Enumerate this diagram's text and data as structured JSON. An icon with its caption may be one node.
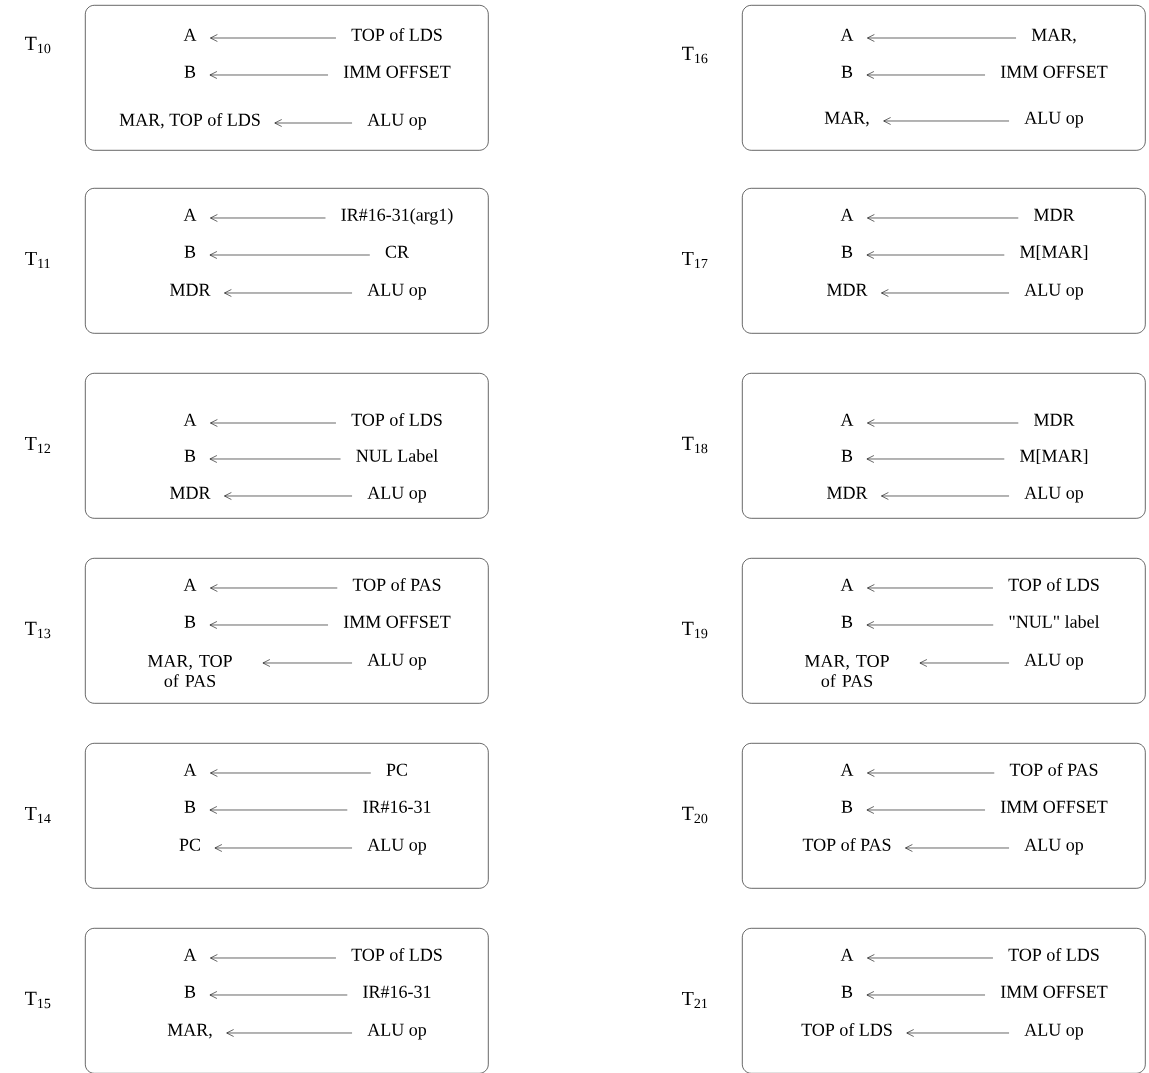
{
  "diagram": {
    "nodes": [
      {
        "text": [],
        "shape": "box",
        "beside": [
          "T$_{10}$"
        ]
      },
      {
        "text": [
          "A"
        ],
        "in": 0
      },
      {
        "text": [
          "TOP of LDS"
        ],
        "in": 0
      },
      {
        "text": [
          "B"
        ],
        "in": 0
      },
      {
        "text": [
          "IMM OFFSET"
        ],
        "in": 0
      },
      {
        "text": [
          "MAR, TOP of  LDS"
        ],
        "in": 0
      },
      {
        "text": [
          "ALU op"
        ],
        "in": 0
      },
      {
        "text": [],
        "shape": "box",
        "beside": [
          "T$_{11}$"
        ]
      },
      {
        "text": [
          "A"
        ],
        "in": 7
      },
      {
        "text": [
          "IR#16-31(arg1)"
        ],
        "in": 7
      },
      {
        "text": [
          "B"
        ],
        "in": 7
      },
      {
        "text": [
          "CR"
        ],
        "in": 7
      },
      {
        "text": [
          "MDR"
        ],
        "in": 7
      },
      {
        "text": [
          "ALU op"
        ],
        "in": 7
      },
      {
        "text": [],
        "shape": "box",
        "beside": [
          "T$_{12}$"
        ]
      },
      {
        "text": [
          "A"
        ],
        "in": 14
      },
      {
        "text": [
          "TOP of LDS"
        ],
        "in": 14
      },
      {
        "text": [
          "B"
        ],
        "in": 14
      },
      {
        "text": [
          "NUL Label"
        ],
        "in": 14
      },
      {
        "text": [
          "MDR"
        ],
        "in": 14
      },
      {
        "text": [
          "ALU op"
        ],
        "in": 14
      },
      {
        "text": [],
        "shape": "box",
        "beside": [
          "T$_{13}$"
        ]
      },
      {
        "text": [
          "A"
        ],
        "in": 21
      },
      {
        "text": [
          "TOP of PAS"
        ],
        "in": 21
      },
      {
        "text": [
          "B"
        ],
        "in": 21
      },
      {
        "text": [
          "IMM OFFSET"
        ],
        "in": 21
      },
      {
        "text": [
          "MAR, TOP of PAS"
        ],
        "in": 21
      },
      {
        "text": [
          "ALU op"
        ],
        "in": 21
      },
      {
        "text": [],
        "shape": "box",
        "beside": [
          "T$_{14}$"
        ]
      },
      {
        "text": [
          "A"
        ],
        "in": 28
      },
      {
        "text": [
          "PC"
        ],
        "in": 28
      },
      {
        "text": [
          "B"
        ],
        "in": 28
      },
      {
        "text": [
          "IR#16-31"
        ],
        "in": 28
      },
      {
        "text": [
          "PC"
        ],
        "in": 28
      },
      {
        "text": [
          "ALU op"
        ],
        "in": 28
      },
      {
        "text": [],
        "shape": "box",
        "beside": [
          "T$_{15}$"
        ]
      },
      {
        "text": [
          "A"
        ],
        "in": 35
      },
      {
        "text": [
          "TOP of LDS"
        ],
        "in": 35
      },
      {
        "text": [
          "B"
        ],
        "in": 35
      },
      {
        "text": [
          "IR#16-31"
        ],
        "in": 35
      },
      {
        "text": [
          "MAR,"
        ],
        "in": 35
      },
      {
        "text": [
          "ALU op"
        ],
        "in": 35
      },
      {
        "text": [],
        "shape": "box",
        "beside": [
          "T$_{16}$"
        ]
      },
      {
        "text": [
          "A"
        ],
        "in": 42
      },
      {
        "text": [
          "MAR,"
        ],
        "in": 42
      },
      {
        "text": [
          "B"
        ],
        "in": 42
      },
      {
        "text": [
          "IMM OFFSET"
        ],
        "in": 42
      },
      {
        "text": [
          "MAR,"
        ],
        "in": 42
      },
      {
        "text": [
          "ALU op"
        ],
        "in": 42
      },
      {
        "text": [],
        "shape": "box",
        "beside": [
          "T$_{17}$"
        ]
      },
      {
        "text": [
          "A"
        ],
        "in": 49
      },
      {
        "text": [
          "MDR"
        ],
        "in": 49
      },
      {
        "text": [
          "B"
        ],
        "in": 49
      },
      {
        "text": [
          "M[MAR]"
        ],
        "in": 49
      },
      {
        "text": [
          "MDR"
        ],
        "in": 49
      },
      {
        "text": [
          "ALU op"
        ],
        "in": 49
      },
      {
        "text": [],
        "shape": "box",
        "beside": [
          "T$_{18}$"
        ]
      },
      {
        "text": [
          "A"
        ],
        "in": 56
      },
      {
        "text": [
          "MDR"
        ],
        "in": 56
      },
      {
        "text": [
          "B"
        ],
        "in": 56
      },
      {
        "text": [
          "M[MAR]"
        ],
        "in": 56
      },
      {
        "text": [
          "MDR"
        ],
        "in": 56
      },
      {
        "text": [
          "ALU op"
        ],
        "in": 56
      },
      {
        "text": [],
        "shape": "box",
        "beside": [
          "T$_{19}$"
        ]
      },
      {
        "text": [
          "A"
        ],
        "in": 63
      },
      {
        "text": [
          "TOP of LDS"
        ],
        "in": 63
      },
      {
        "text": [
          "B"
        ],
        "in": 63
      },
      {
        "text": [
          "\"NUL\" label"
        ],
        "in": 63
      },
      {
        "text": [
          "MAR, TOP of PAS"
        ],
        "in": 63
      },
      {
        "text": [
          "ALU op"
        ],
        "in": 63
      },
      {
        "text": [],
        "shape": "box",
        "beside": [
          "T$_{20}$"
        ]
      },
      {
        "text": [
          "A"
        ],
        "in": 70
      },
      {
        "text": [
          "TOP of PAS"
        ],
        "in": 70
      },
      {
        "text": [
          "B"
        ],
        "in": 70
      },
      {
        "text": [
          "IMM OFFSET"
        ],
        "in": 70
      },
      {
        "text": [
          "TOP of PAS"
        ],
        "in": 70
      },
      {
        "text": [
          "ALU op"
        ],
        "in": 70
      },
      {
        "text": [],
        "shape": "box",
        "beside": [
          "T$_{21}$"
        ]
      },
      {
        "text": [
          "A"
        ],
        "in": 77
      },
      {
        "text": [
          "TOP of LDS"
        ],
        "in": 77
      },
      {
        "text": [
          "B"
        ],
        "in": 77
      },
      {
        "text": [
          "IMM OFFSET"
        ],
        "in": 77
      },
      {
        "text": [
          "TOP of LDS"
        ],
        "in": 77
      },
      {
        "text": [
          "ALU op"
        ],
        "in": 77
      }
    ],
    "edges": [
      {
        "from": 2,
        "to": 1,
        "arrow": "to"
      },
      {
        "from": 4,
        "to": 3,
        "arrow": "to"
      },
      {
        "from": 6,
        "to": 5,
        "arrow": "to"
      },
      {
        "from": 9,
        "to": 8,
        "arrow": "to"
      },
      {
        "from": 11,
        "to": 10,
        "arrow": "to"
      },
      {
        "from": 13,
        "to": 12,
        "arrow": "to"
      },
      {
        "from": 16,
        "to": 15,
        "arrow": "to"
      },
      {
        "from": 18,
        "to": 17,
        "arrow": "to"
      },
      {
        "from": 20,
        "to": 19,
        "arrow": "to"
      },
      {
        "from": 23,
        "to": 22,
        "arrow": "to"
      },
      {
        "from": 25,
        "to": 24,
        "arrow": "to"
      },
      {
        "from": 27,
        "to": 26,
        "arrow": "to"
      },
      {
        "from": 30,
        "to": 29,
        "arrow": "to"
      },
      {
        "from": 32,
        "to": 31,
        "arrow": "to"
      },
      {
        "from": 34,
        "to": 33,
        "arrow": "to"
      },
      {
        "from": 37,
        "to": 36,
        "arrow": "to"
      },
      {
        "from": 39,
        "to": 38,
        "arrow": "to"
      },
      {
        "from": 41,
        "to": 40,
        "arrow": "to"
      },
      {
        "from": 44,
        "to": 43,
        "arrow": "to"
      },
      {
        "from": 46,
        "to": 45,
        "arrow": "to"
      },
      {
        "from": 48,
        "to": 47,
        "arrow": "to"
      },
      {
        "from": 51,
        "to": 50,
        "arrow": "to"
      },
      {
        "from": 53,
        "to": 52,
        "arrow": "to"
      },
      {
        "from": 55,
        "to": 54,
        "arrow": "to"
      },
      {
        "from": 58,
        "to": 57,
        "arrow": "to"
      },
      {
        "from": 60,
        "to": 59,
        "arrow": "to"
      },
      {
        "from": 62,
        "to": 61,
        "arrow": "to"
      },
      {
        "from": 65,
        "to": 64,
        "arrow": "to"
      },
      {
        "from": 67,
        "to": 66,
        "arrow": "to"
      },
      {
        "from": 69,
        "to": 68,
        "arrow": "to"
      },
      {
        "from": 72,
        "to": 71,
        "arrow": "to"
      },
      {
        "from": 74,
        "to": 73,
        "arrow": "to"
      },
      {
        "from": 76,
        "to": 75,
        "arrow": "to"
      },
      {
        "from": 79,
        "to": 78,
        "arrow": "to"
      },
      {
        "from": 81,
        "to": 80,
        "arrow": "to"
      },
      {
        "from": 83,
        "to": 82,
        "arrow": "to"
      }
    ]
  }
}
